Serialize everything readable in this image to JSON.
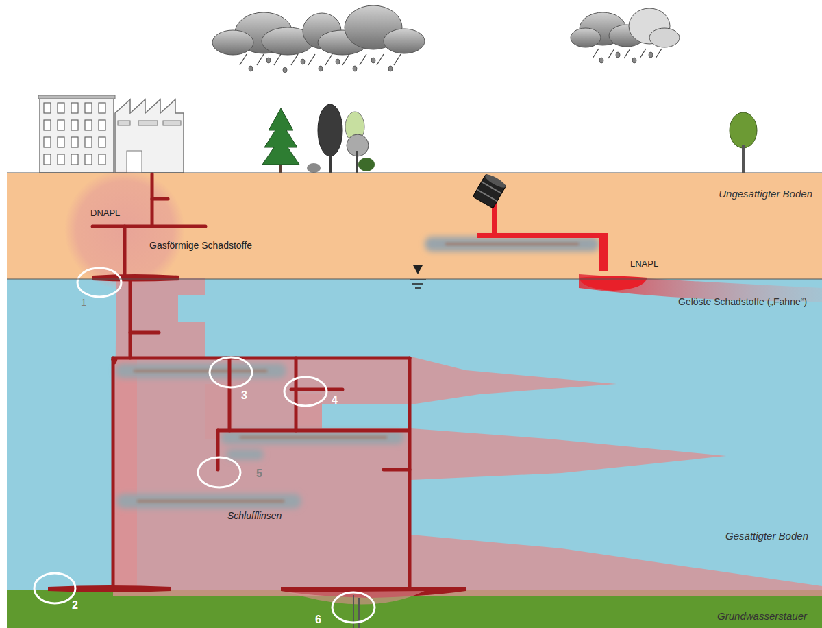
{
  "diagram": {
    "nodes": [
      {
        "text": [
          "Ungesättigter Boden"
        ]
      },
      {
        "text": [
          "Gesättigter Boden"
        ]
      },
      {
        "text": [
          "Grundwasserstauer"
        ]
      }
    ],
    "labels": [
      "DNAPL",
      "Gasförmige Schadstoffe",
      "LNAPL",
      "Gelöste Schadstoffe („Fahne“)",
      "Schlufflinsen",
      "1",
      "2",
      "3",
      "4",
      "5",
      "6"
    ]
  }
}
